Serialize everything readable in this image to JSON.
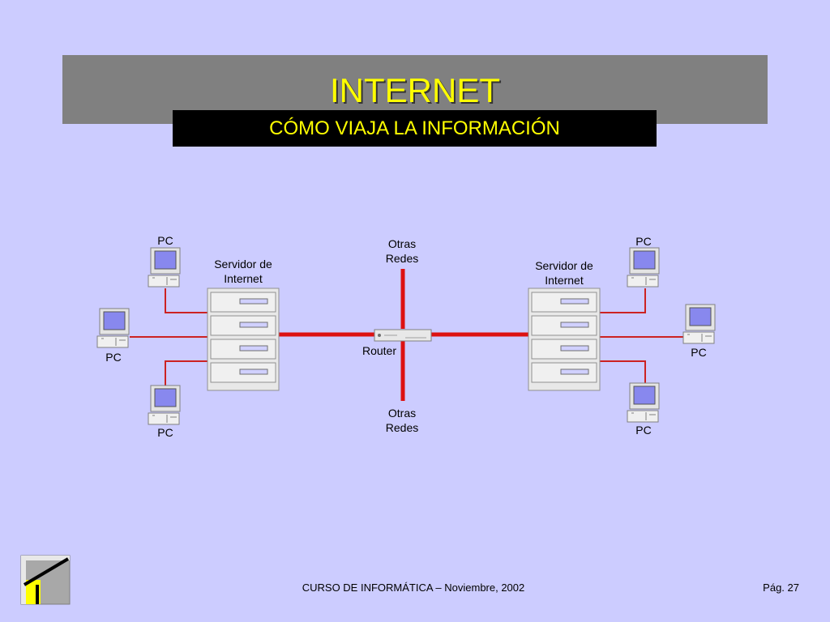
{
  "slide": {
    "title": "INTERNET",
    "subtitle": "CÓMO VIAJA LA INFORMACIÓN"
  },
  "diagram": {
    "left_server_label_1": "Servidor de",
    "left_server_label_2": "Internet",
    "right_server_label_1": "Servidor de",
    "right_server_label_2": "Internet",
    "pc_label": "PC",
    "router_label": "Router",
    "other_networks_1": "Otras",
    "other_networks_2": "Redes"
  },
  "footer": {
    "course": "CURSO DE INFORMÁTICA – Noviembre, 2002",
    "page": "Pág. 27"
  },
  "colors": {
    "background": "#ccccff",
    "title": "#ffff00",
    "link": "#dd1111",
    "wire": "#cc2222",
    "screen": "#8888ee"
  },
  "icons": [
    "pc-icon",
    "server-icon",
    "router-icon",
    "logo-icon"
  ]
}
